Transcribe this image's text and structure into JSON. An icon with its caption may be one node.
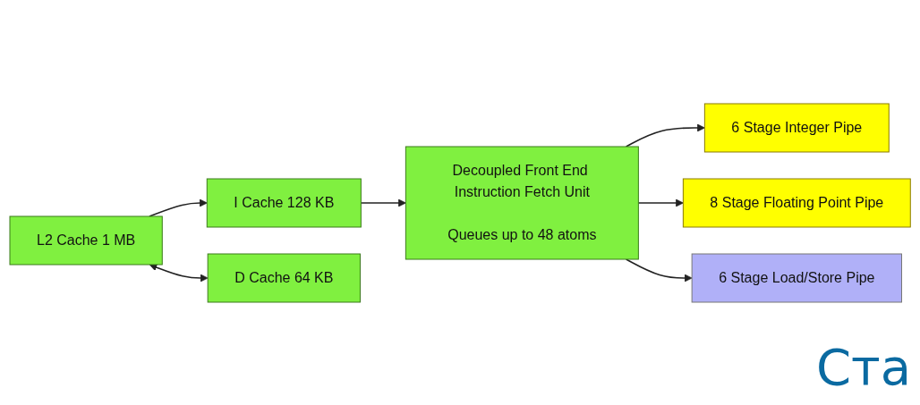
{
  "diagram": {
    "nodes": [
      {
        "text": [
          "L2 Cache 1 MB"
        ]
      },
      {
        "text": [
          "I Cache 128 KB"
        ]
      },
      {
        "text": [
          "D Cache 64 KB"
        ]
      },
      {
        "text": [
          "Decoupled Front End Instruction Fetch Unit",
          "Queues up to 48 atoms"
        ]
      },
      {
        "text": [
          "6 Stage Integer Pipe"
        ]
      },
      {
        "text": [
          "8 Stage Floating Point Pipe"
        ]
      },
      {
        "text": [
          "6 Stage Load/Store Pipe"
        ]
      }
    ],
    "edges": [
      {
        "from": 0,
        "to": 1,
        "arrow": "to"
      },
      {
        "from": 0,
        "to": 2,
        "arrow": "both"
      },
      {
        "from": 1,
        "to": 3,
        "arrow": "to"
      },
      {
        "from": 3,
        "to": 4,
        "arrow": "to"
      },
      {
        "from": 3,
        "to": 5,
        "arrow": "to"
      },
      {
        "from": 3,
        "to": 6,
        "arrow": "to"
      }
    ],
    "labels": [
      "Ста"
    ]
  }
}
